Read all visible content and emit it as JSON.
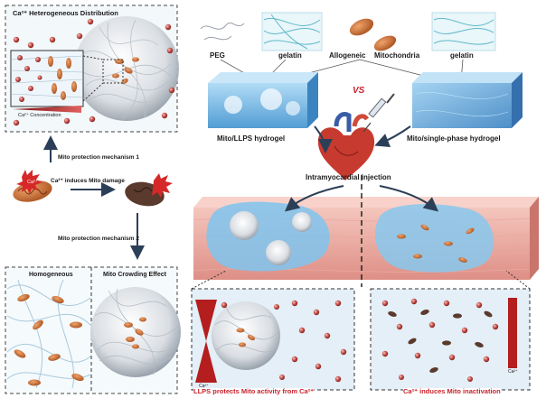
{
  "panels": {
    "heterogeneous_title": "Ca²⁺ Heterogeneous Distribution",
    "ca_concentration": "Ca²⁺ Concentration",
    "homogeneous": "Homogeneous",
    "crowding": "Mito Crowding Effect"
  },
  "mechanism": {
    "mech1": "Mito protection mechanism 1",
    "mech2": "Mito protection mechanism 2",
    "induces_damage": "Ca²⁺ induces Mito damage",
    "ca_label": "Ca²⁺"
  },
  "top": {
    "peg": "PEG",
    "gelatin_left": "gelatin",
    "allogeneic": "Allogeneic",
    "mitochondria": "Mitochondria",
    "gelatin_right": "gelatin",
    "vs": "VS",
    "llps_hydrogel": "Mito/LLPS hydrogel",
    "single_phase": "Mito/single-phase hydrogel",
    "injection": "Intramyocardial injection"
  },
  "bottom": {
    "llps_protects": "LLPS protects Mito activity from Ca²⁺",
    "inactivation": "Ca²⁺ induces Mito inactivation",
    "ca_left": "Ca²⁺",
    "ca_right": "Ca²⁺"
  },
  "colors": {
    "accent_red": "#c8232c",
    "hydrogel_blue": "#6fb6e6",
    "mito_orange": "#d97a3a",
    "ca_ion": "#b5403c"
  }
}
